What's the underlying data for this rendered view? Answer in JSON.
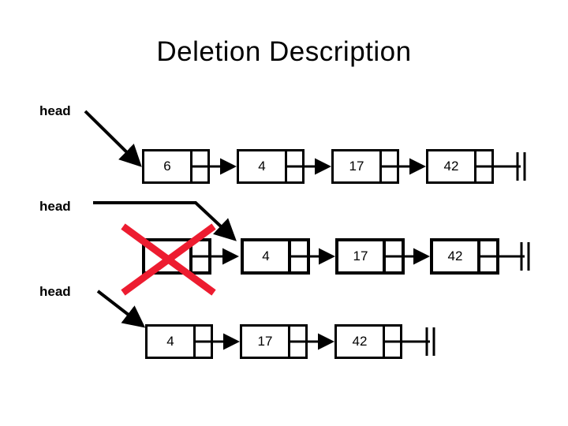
{
  "slide": {
    "title": "Deletion Description",
    "background_color": "#ffffff",
    "ink_color": "#000000",
    "delete_mark_color": "#ED1C30"
  },
  "rows": [
    {
      "id": "row-original-list",
      "head_label": "head",
      "nodes": [
        {
          "value": "6",
          "deleted": false
        },
        {
          "value": "4",
          "deleted": false
        },
        {
          "value": "17",
          "deleted": false
        },
        {
          "value": "42",
          "deleted": false
        }
      ],
      "terminator": "null-ground"
    },
    {
      "id": "row-head-relinked",
      "head_label": "head",
      "nodes": [
        {
          "value": "",
          "deleted": true
        },
        {
          "value": "4",
          "deleted": false
        },
        {
          "value": "17",
          "deleted": false
        },
        {
          "value": "42",
          "deleted": false
        }
      ],
      "terminator": "null-ground"
    },
    {
      "id": "row-result-list",
      "head_label": "head",
      "nodes": [
        {
          "value": "4",
          "deleted": false
        },
        {
          "value": "17",
          "deleted": false
        },
        {
          "value": "42",
          "deleted": false
        }
      ],
      "terminator": "null-ground"
    }
  ]
}
